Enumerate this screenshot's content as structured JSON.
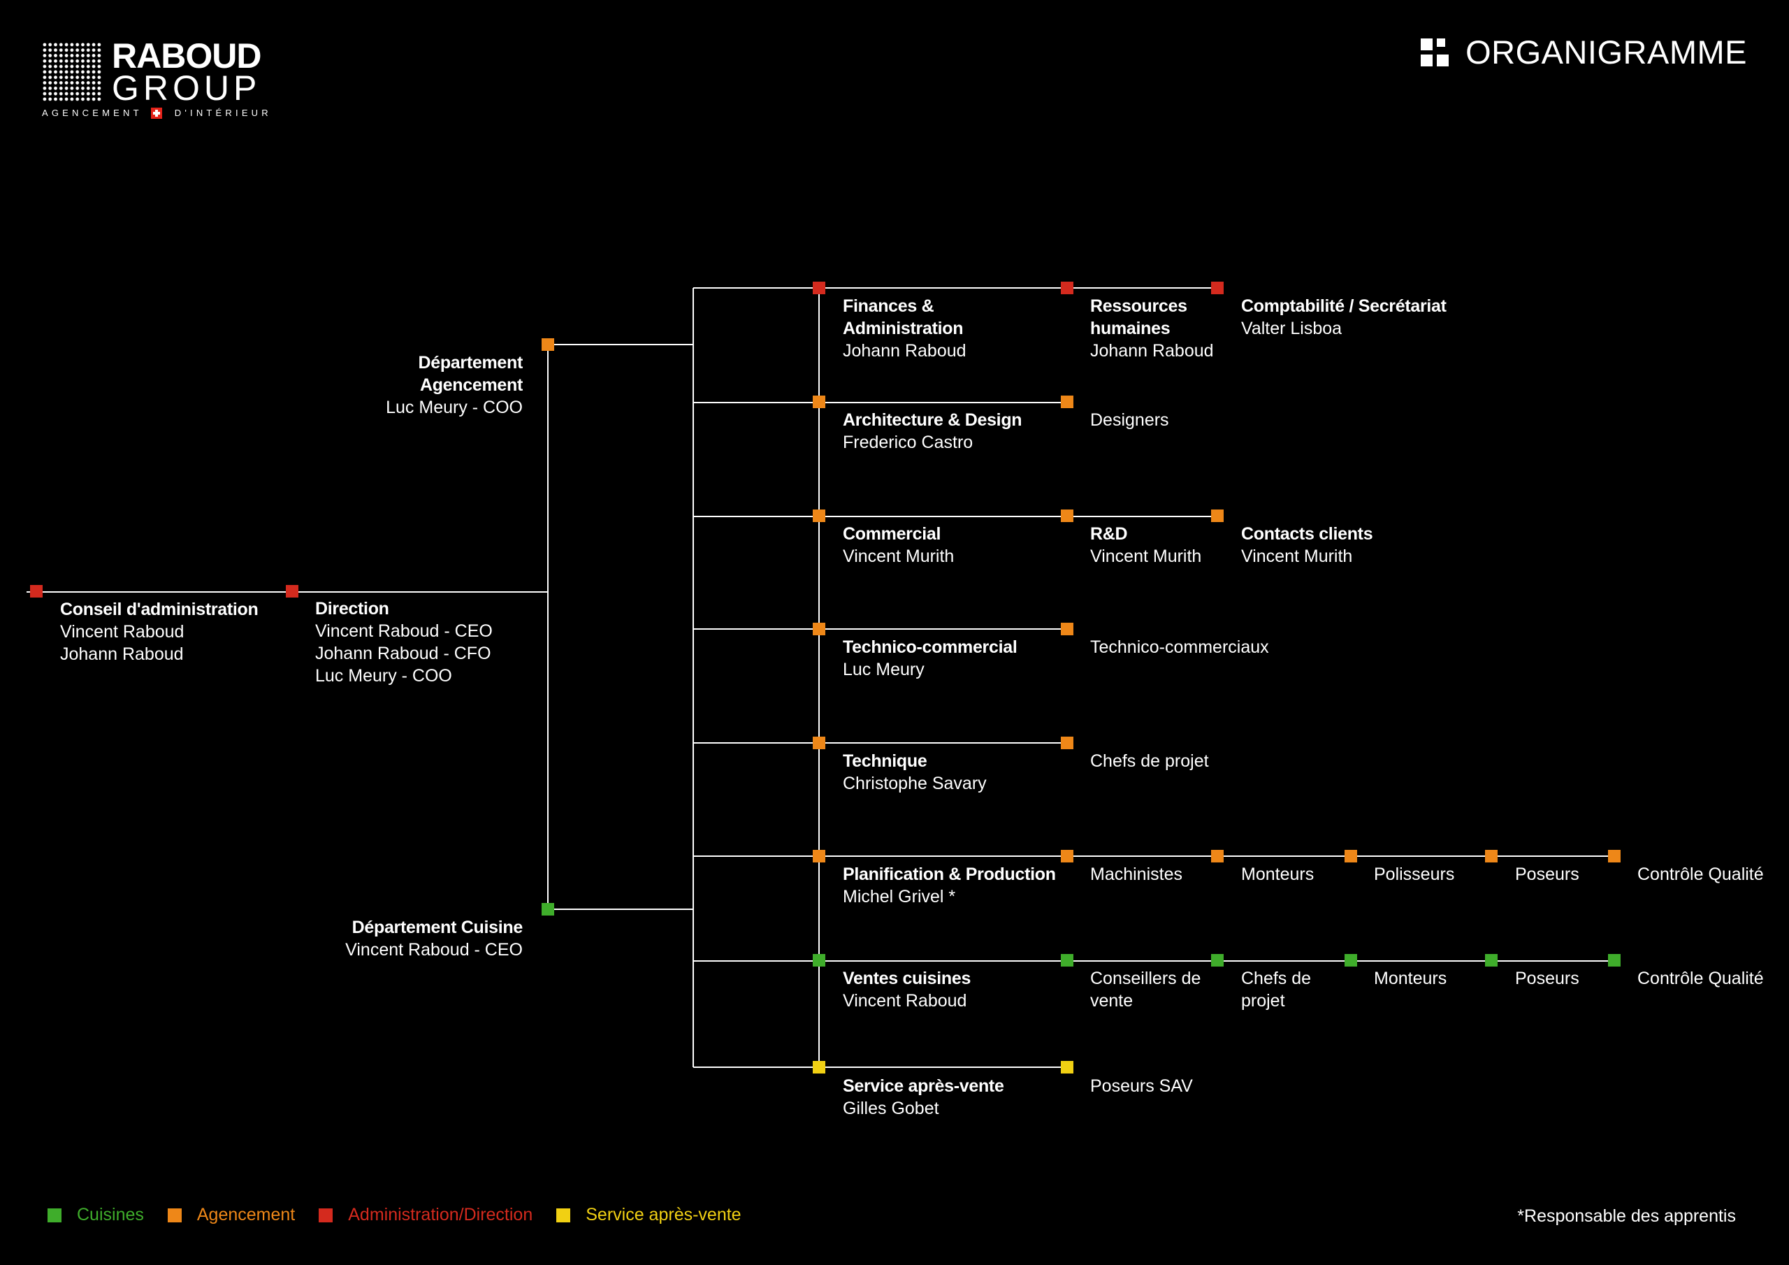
{
  "brand": {
    "word1": "RABOUD",
    "word2": "GROUP",
    "tagline_left": "AGENCEMENT",
    "tagline_right": "D'INTÉRIEUR"
  },
  "header": {
    "title": "ORGANIGRAMME"
  },
  "colors": {
    "background": "#000000",
    "line": "#ffffff",
    "red": "#d42a1e",
    "orange": "#ee8718",
    "green": "#3fad2b",
    "yellow": "#f1d013"
  },
  "nodes": {
    "conseil": {
      "title": "Conseil d'administration",
      "lines": [
        "Vincent Raboud",
        "Johann Raboud"
      ]
    },
    "direction": {
      "title": "Direction",
      "lines": [
        "Vincent Raboud - CEO",
        "Johann Raboud - CFO",
        "Luc Meury - COO"
      ]
    },
    "dept_agencement": {
      "title": "Département Agencement",
      "title_lines": [
        "Département",
        "Agencement"
      ],
      "lines": [
        "Luc Meury - COO"
      ]
    },
    "dept_cuisine": {
      "title": "Département Cuisine",
      "lines": [
        "Vincent Raboud - CEO"
      ]
    },
    "finances": {
      "title_lines": [
        "Finances &",
        "Administration"
      ],
      "lines": [
        "Johann Raboud"
      ]
    },
    "rh": {
      "title_lines": [
        "Ressources",
        "humaines"
      ],
      "lines": [
        "Johann Raboud"
      ]
    },
    "compta": {
      "title": "Comptabilité / Secrétariat",
      "lines": [
        "Valter Lisboa"
      ]
    },
    "archi": {
      "title": "Architecture & Design",
      "lines": [
        "Frederico Castro"
      ]
    },
    "designers": {
      "lines": [
        "Designers"
      ]
    },
    "commercial": {
      "title": "Commercial",
      "lines": [
        "Vincent Murith"
      ]
    },
    "rd": {
      "title": "R&D",
      "lines": [
        "Vincent Murith"
      ]
    },
    "contacts": {
      "title": "Contacts clients",
      "lines": [
        "Vincent Murith"
      ]
    },
    "technico": {
      "title": "Technico-commercial",
      "lines": [
        "Luc Meury"
      ]
    },
    "technico_staff": {
      "lines": [
        "Technico-commerciaux"
      ]
    },
    "technique": {
      "title": "Technique",
      "lines": [
        "Christophe Savary"
      ]
    },
    "chefs_projet": {
      "lines": [
        "Chefs de projet"
      ]
    },
    "planif": {
      "title": "Planification & Production",
      "lines": [
        "Michel Grivel *"
      ]
    },
    "machinistes": {
      "lines": [
        "Machinistes"
      ]
    },
    "monteurs_a": {
      "lines": [
        "Monteurs"
      ]
    },
    "polisseurs": {
      "lines": [
        "Polisseurs"
      ]
    },
    "poseurs_a": {
      "lines": [
        "Poseurs"
      ]
    },
    "qualite_a": {
      "lines": [
        "Contrôle Qualité"
      ]
    },
    "ventes": {
      "title": "Ventes cuisines",
      "lines": [
        "Vincent Raboud"
      ]
    },
    "conseillers": {
      "lines": [
        "Conseillers de",
        "vente"
      ]
    },
    "chefs_projet_c": {
      "lines": [
        "Chefs de",
        "projet"
      ]
    },
    "monteurs_c": {
      "lines": [
        "Monteurs"
      ]
    },
    "poseurs_c": {
      "lines": [
        "Poseurs"
      ]
    },
    "qualite_c": {
      "lines": [
        "Contrôle Qualité"
      ]
    },
    "sav": {
      "title": "Service après-vente",
      "lines": [
        "Gilles Gobet"
      ]
    },
    "poseurs_sav": {
      "lines": [
        "Poseurs SAV"
      ]
    }
  },
  "legend": [
    {
      "label": "Cuisines",
      "color": "#3fad2b"
    },
    {
      "label": "Agencement",
      "color": "#ee8718"
    },
    {
      "label": "Administration/Direction",
      "color": "#d42a1e"
    },
    {
      "label": "Service après-vente",
      "color": "#f1d013"
    }
  ],
  "footnote": "*Responsable des apprentis"
}
